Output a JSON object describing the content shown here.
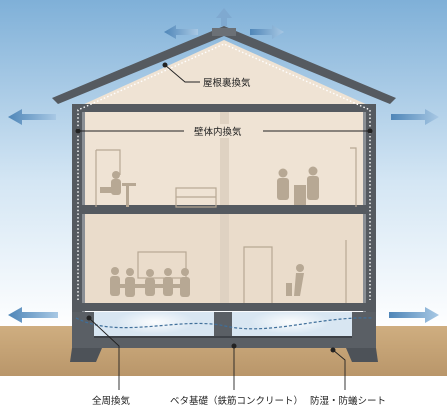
{
  "labels": {
    "attic_vent": "屋根裏換気",
    "wall_vent": "壁体内換気",
    "full_vent": "全周換気",
    "foundation": "ベタ基礎（鉄筋コンクリート）",
    "moisture_sheet": "防湿・防蟻シート"
  },
  "colors": {
    "sky_top": "#7fb0d8",
    "interior": "#efe3d4",
    "wall": "#555a60",
    "roof": "#555a60",
    "ground": "#c9a97c",
    "silhouette": "#b7a894",
    "arrow": "#4f86b8"
  }
}
